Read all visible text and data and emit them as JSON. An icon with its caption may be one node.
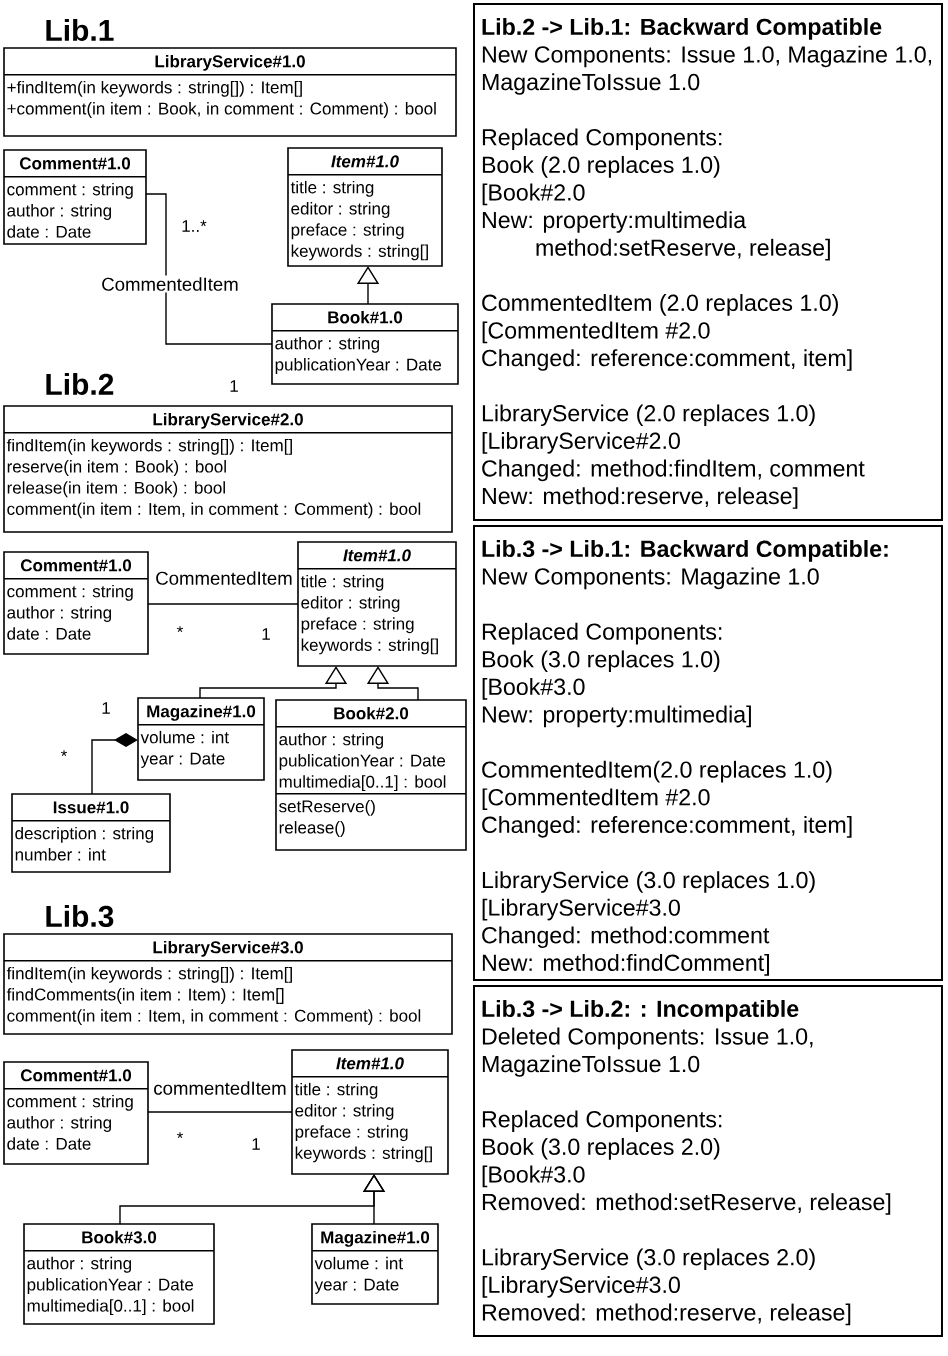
{
  "diagram": {
    "nodes": [
      {
        "text": [
          "LibraryService#1.0",
          "+findItem(in keywords : string[]) : Item[]",
          "+comment(in item : Book, in comment : Comment) : bool"
        ]
      },
      {
        "text": [
          "Comment#1.0",
          "comment : string",
          "author : string",
          "date : Date"
        ]
      },
      {
        "text": [
          "Item#1.0",
          "title : string",
          "editor : string",
          "preface : string",
          "keywords : string[]"
        ]
      },
      {
        "text": [
          "Book#1.0",
          "author : string",
          "publicationYear : Date"
        ]
      },
      {
        "text": [
          "LibraryService#2.0",
          "findItem(in keywords : string[]) : Item[]",
          "reserve(in item : Book) : bool",
          "release(in item : Book) : bool",
          "comment(in item : Item, in comment : Comment) : bool"
        ]
      },
      {
        "text": [
          "Comment#1.0",
          "comment : string",
          "author : string",
          "date : Date"
        ]
      },
      {
        "text": [
          "Item#1.0",
          "title : string",
          "editor : string",
          "preface : string",
          "keywords : string[]"
        ]
      },
      {
        "text": [
          "Magazine#1.0",
          "volume : int",
          "year : Date"
        ]
      },
      {
        "text": [
          "Book#2.0",
          "author : string",
          "publicationYear : Date",
          "multimedia[0..1] : bool",
          "setReserve()",
          "release()"
        ]
      },
      {
        "text": [
          "Issue#1.0",
          "description : string",
          "number : int"
        ]
      },
      {
        "text": [
          "LibraryService#3.0",
          "findItem(in keywords : string[]) : Item[]",
          "findComments(in item : Item) : Item[]",
          "comment(in item : Item, in comment : Comment) : bool"
        ]
      },
      {
        "text": [
          "Comment#1.0",
          "comment : string",
          "author : string",
          "date : Date"
        ]
      },
      {
        "text": [
          "Item#1.0",
          "title : string",
          "editor : string",
          "preface : string",
          "keywords : string[]"
        ]
      },
      {
        "text": [
          "Book#3.0",
          "author : string",
          "publicationYear : Date",
          "multimedia[0..1] : bool"
        ]
      },
      {
        "text": [
          "Magazine#1.0",
          "volume : int",
          "year : Date"
        ]
      },
      {
        "text": [
          "Lib.2 -> Lib.1: Backward Compatible",
          "New Components: Issue 1.0, Magazine 1.0, MagazineToIssue 1.0",
          "Replaced Components:",
          "Book (2.0 replaces 1.0)",
          "[Book#2.0",
          "New: property:multimedia",
          "method:setReserve, release]",
          "CommentedItem (2.0 replaces 1.0)",
          "[CommentedItem #2.0",
          "Changed: reference:comment, item]",
          "LibraryService (2.0 replaces 1.0)",
          "[LibraryService#2.0",
          "Changed: method:findItem, comment",
          "New: method:reserve, release]"
        ]
      },
      {
        "text": [
          "Lib.3 -> Lib.1: Backward Compatible:",
          "New Components: Magazine 1.0",
          "Replaced Components:",
          "Book (3.0 replaces 1.0)",
          "[Book#3.0",
          "New: property:multimedia]",
          "CommentedItem(2.0 replaces 1.0)",
          "[CommentedItem #2.0",
          "Changed: reference:comment, item]",
          "LibraryService (3.0 replaces 1.0)",
          "[LibraryService#3.0",
          "Changed: method:comment",
          "New: method:findComment]"
        ]
      },
      {
        "text": [
          "Lib.3 -> Lib.2: : Incompatible",
          "Deleted Components: Issue 1.0, MagazineToIssue 1.0",
          "Replaced Components:",
          "Book (3.0 replaces 2.0)",
          "[Book#3.0",
          "Removed: method:setReserve, release]",
          "LibraryService (3.0 replaces 2.0)",
          "[LibraryService#3.0",
          "Removed: method:reserve, release]"
        ]
      }
    ],
    "edges": [
      {
        "from": 1,
        "to": 3,
        "arrow": "none",
        "label": "CommentedItem"
      },
      {
        "from": 3,
        "to": 2,
        "arrow": "to"
      },
      {
        "from": 5,
        "to": 6,
        "arrow": "none",
        "label": "CommentedItem"
      },
      {
        "from": 7,
        "to": 6,
        "arrow": "to"
      },
      {
        "from": 8,
        "to": 6,
        "arrow": "to"
      },
      {
        "from": 7,
        "to": 9,
        "arrow": "other"
      },
      {
        "from": 11,
        "to": 12,
        "arrow": "none",
        "label": "commentedItem"
      },
      {
        "from": 13,
        "to": 12,
        "arrow": "to"
      },
      {
        "from": 14,
        "to": 12,
        "arrow": "to"
      }
    ],
    "labels": [
      "Lib.1",
      "1..*",
      "1",
      "Lib.2",
      "*",
      "1",
      "1",
      "*",
      "Lib.3",
      "*",
      "1"
    ]
  }
}
